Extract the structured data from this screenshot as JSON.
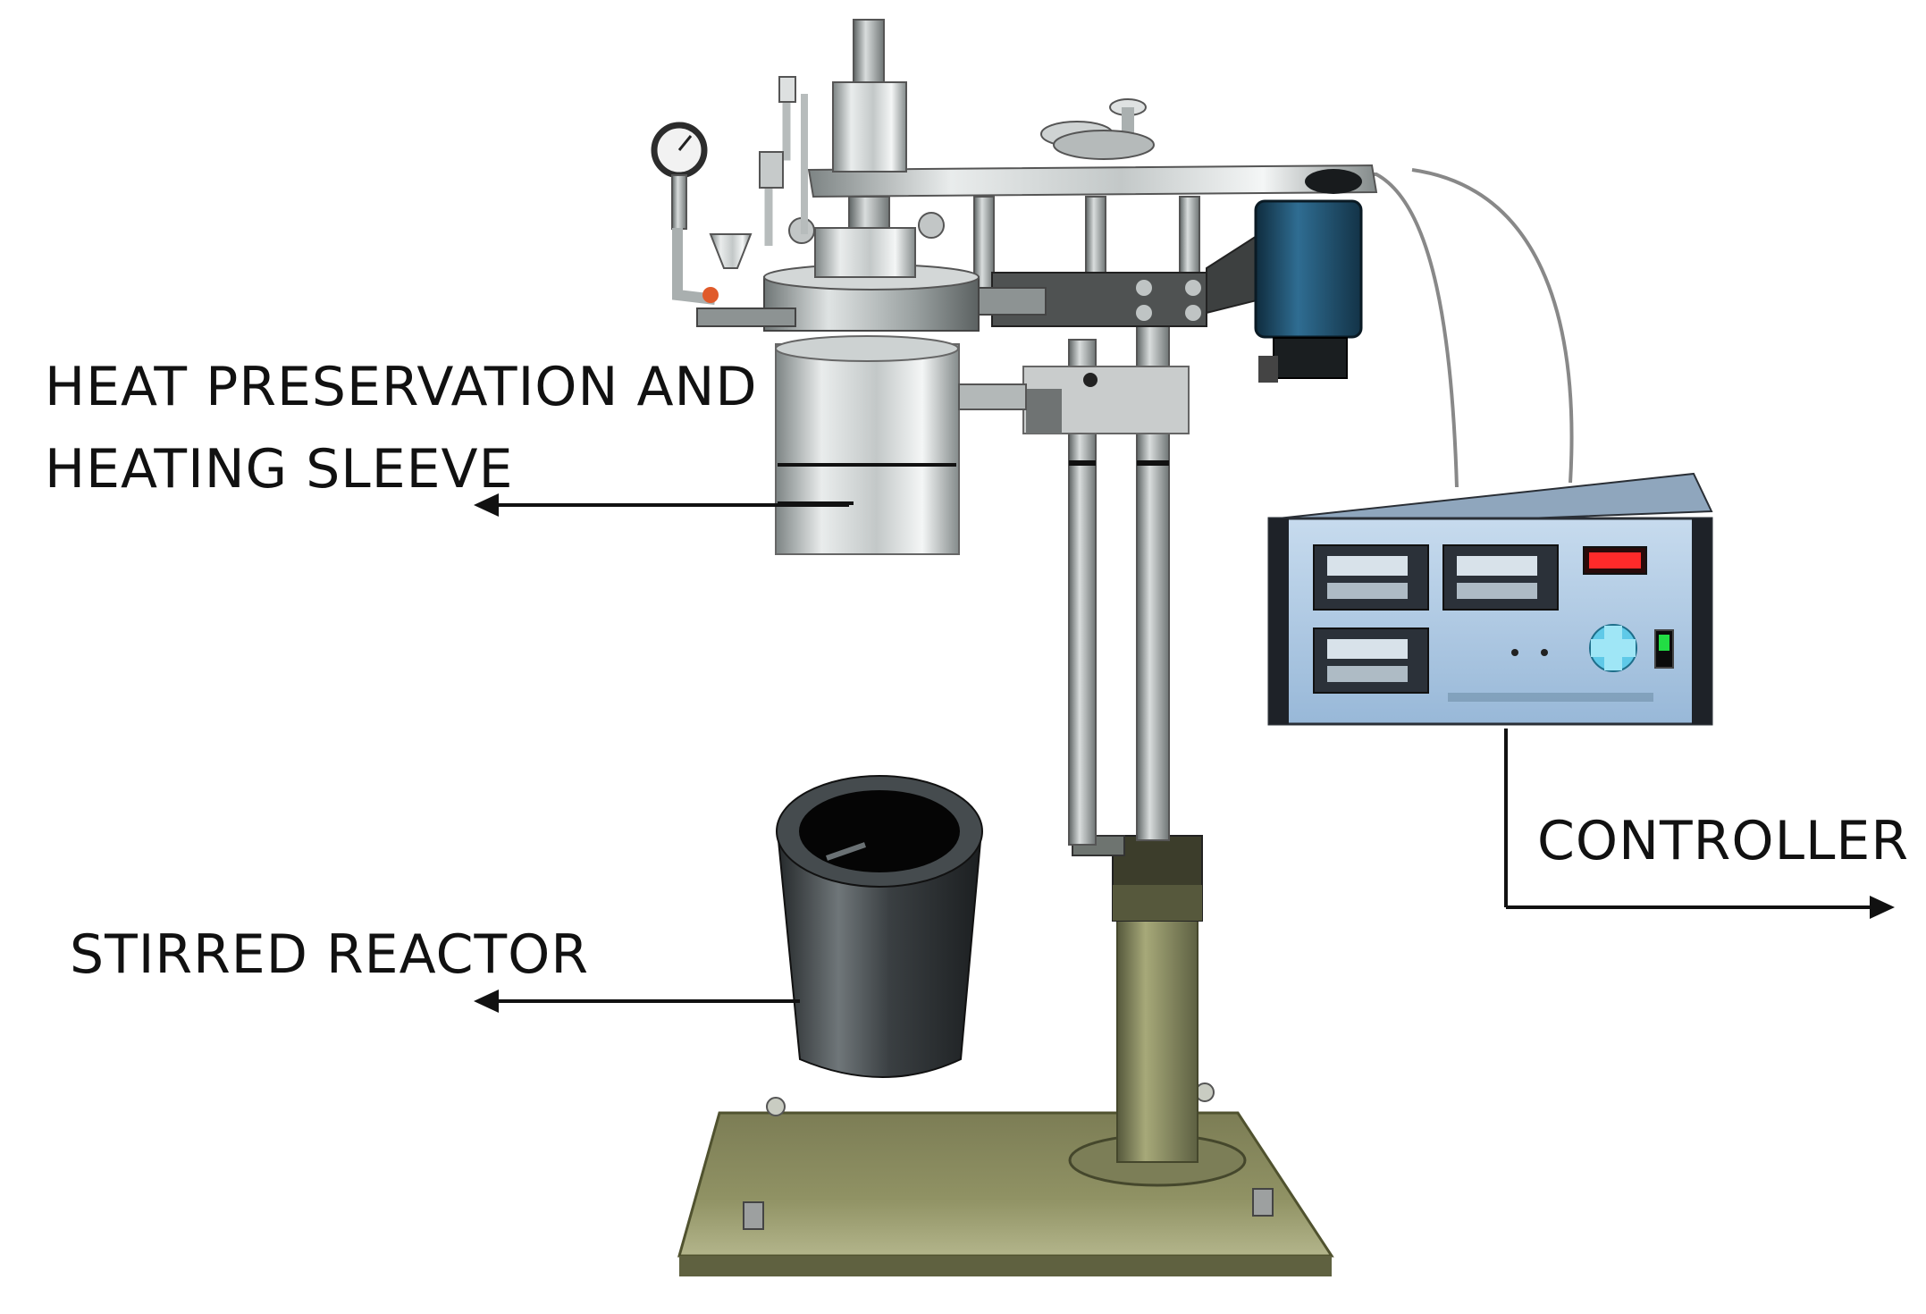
{
  "labels": {
    "heat_line1": "HEAT PRESERVATION AND",
    "heat_line2": "HEATING SLEEVE",
    "controller": "CONTROLLER",
    "reactor": "STIRRED REACTOR"
  },
  "colors": {
    "steel_light": "#e4e6e6",
    "steel_dark": "#8e9494",
    "panel_blue": "#aecbe6",
    "panel_edge": "#2a2f36",
    "motor_blue": "#1f4e6b",
    "base_olive": "#8a8a5c",
    "crucible_dark": "#2b2f31",
    "display_red": "#ff2a2a",
    "arrow": "#111111"
  }
}
